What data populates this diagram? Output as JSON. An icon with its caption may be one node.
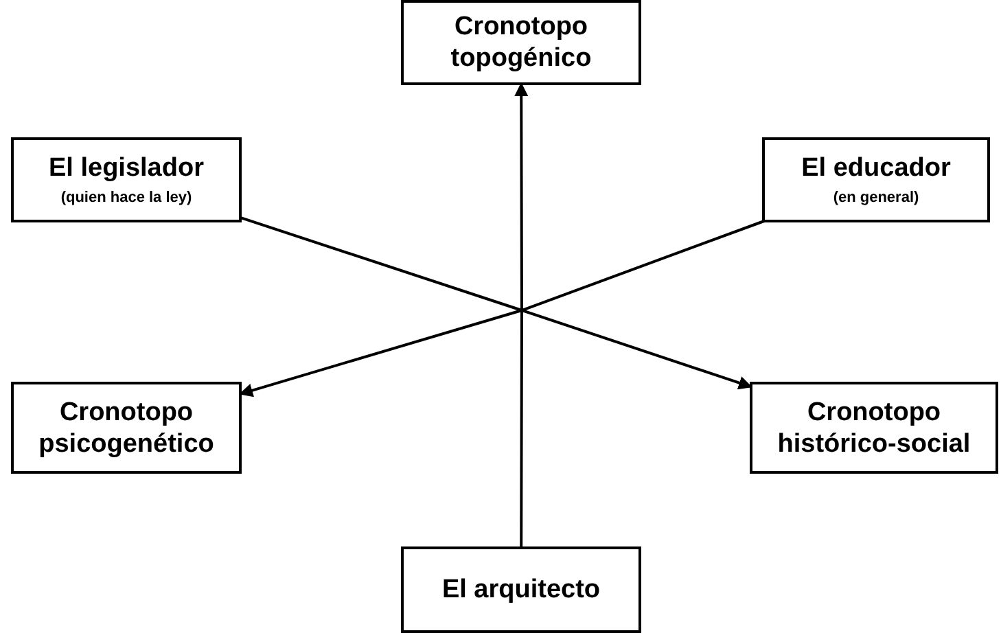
{
  "diagram": {
    "nodes": [
      {
        "text": [
          "Cronotopo topogénico"
        ]
      },
      {
        "text": [
          "El legislador",
          "(quien hace la ley)"
        ]
      },
      {
        "text": [
          "El educador",
          "(en general)"
        ]
      },
      {
        "text": [
          "Cronotopo psicogenético"
        ]
      },
      {
        "text": [
          "Cronotopo histórico-social"
        ]
      },
      {
        "text": [
          "El arquitecto"
        ]
      }
    ],
    "edges": [
      {
        "from": 5,
        "to": 0,
        "arrow": "to"
      },
      {
        "from": 2,
        "to": 3,
        "arrow": "to"
      },
      {
        "from": 1,
        "to": 4,
        "arrow": "to"
      }
    ]
  }
}
